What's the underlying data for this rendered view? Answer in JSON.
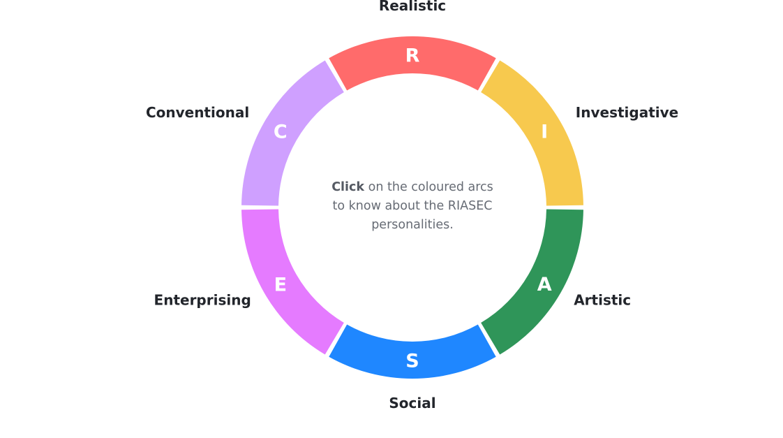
{
  "wheel": {
    "segments": [
      {
        "code": "R",
        "label": "Realistic",
        "color": "#ff6b6b"
      },
      {
        "code": "I",
        "label": "Investigative",
        "color": "#f7c94e"
      },
      {
        "code": "A",
        "label": "Artistic",
        "color": "#2f9559"
      },
      {
        "code": "S",
        "label": "Social",
        "color": "#1f87ff"
      },
      {
        "code": "E",
        "label": "Enterprising",
        "color": "#e57bff"
      },
      {
        "code": "C",
        "label": "Conventional",
        "color": "#cfa0ff"
      }
    ]
  },
  "center": {
    "lead": "Click",
    "text": "on the coloured arcs to know about the RIASEC personalities."
  }
}
